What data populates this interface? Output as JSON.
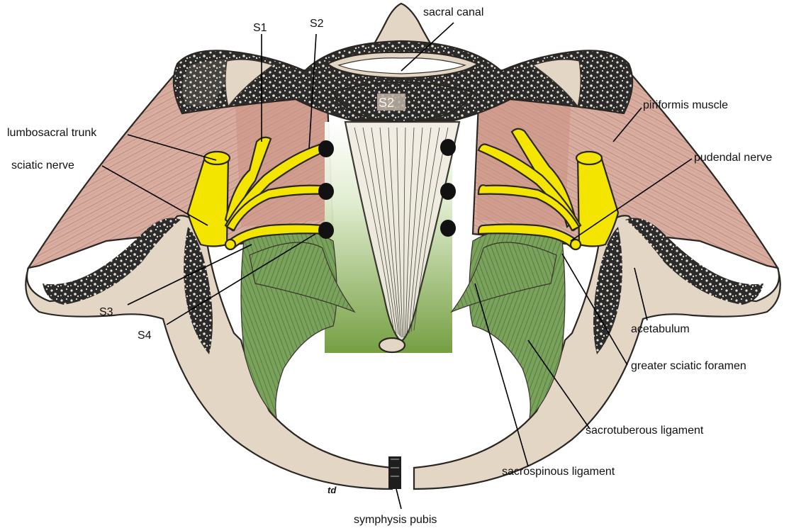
{
  "labels": {
    "sacral_canal": "sacral canal",
    "s1": "S1",
    "s2_top": "S2",
    "s2_vertebra": "S2",
    "lumbosacral_trunk": "lumbosacral trunk",
    "sciatic_nerve": "sciatic nerve",
    "s3": "S3",
    "s4": "S4",
    "piriformis_muscle": "piriformis muscle",
    "pudendal_nerve": "pudendal nerve",
    "acetabulum": "acetabulum",
    "greater_sciatic_foramen": "greater sciatic foramen",
    "sacrotuberous_ligament": "sacrotuberous ligament",
    "sacrospinous_ligament": "sacrospinous ligament",
    "symphysis_pubis": "symphysis pubis",
    "artist_signature": "td"
  },
  "colors": {
    "bone": "#e4d6c5",
    "cancellous_bone": "#2d2d2d",
    "muscle": "#d7a89b",
    "nerve": "#f4e500",
    "ligament": "#6f9a52",
    "ligament_highlight": "#9dbd7f",
    "outline": "#2a2622"
  }
}
